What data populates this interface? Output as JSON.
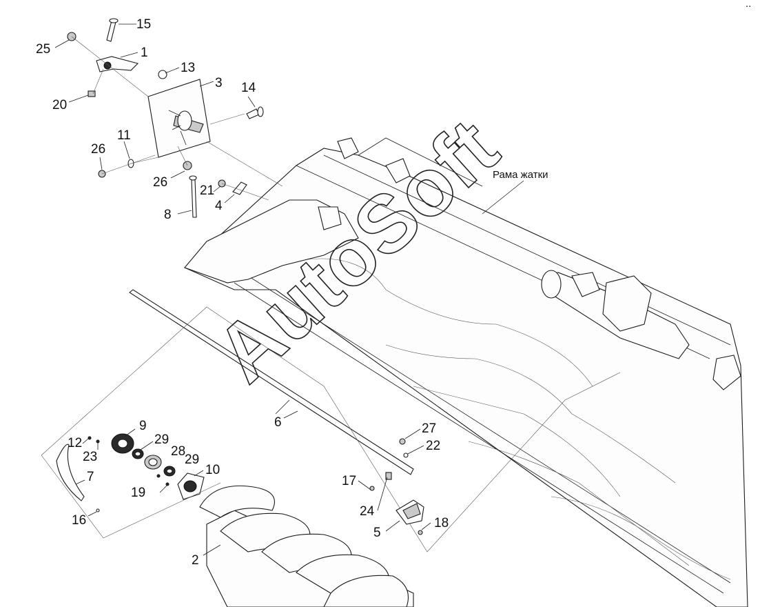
{
  "diagram": {
    "frame_label": "Рама жатки",
    "watermark": "AutoSoft",
    "corner_mark": "..",
    "callouts": [
      "1",
      "2",
      "3",
      "4",
      "5",
      "6",
      "7",
      "8",
      "9",
      "10",
      "11",
      "12",
      "13",
      "14",
      "15",
      "16",
      "17",
      "18",
      "19",
      "20",
      "21",
      "22",
      "23",
      "24",
      "25",
      "26",
      "26",
      "27",
      "28",
      "29",
      "29"
    ]
  }
}
